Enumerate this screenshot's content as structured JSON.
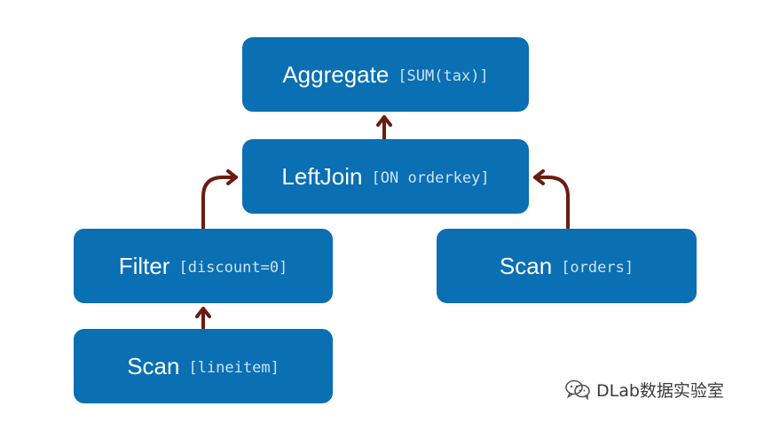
{
  "nodes": {
    "aggregate": {
      "label": "Aggregate",
      "arg": "[SUM(tax)]"
    },
    "leftjoin": {
      "label": "LeftJoin",
      "arg": "[ON orderkey]"
    },
    "filter": {
      "label": "Filter",
      "arg": "[discount=0]"
    },
    "scan_orders": {
      "label": "Scan",
      "arg": "[orders]"
    },
    "scan_lineitem": {
      "label": "Scan",
      "arg": "[lineitem]"
    }
  },
  "edges": [
    {
      "from": "scan_lineitem",
      "to": "filter"
    },
    {
      "from": "filter",
      "to": "leftjoin"
    },
    {
      "from": "scan_orders",
      "to": "leftjoin"
    },
    {
      "from": "leftjoin",
      "to": "aggregate"
    }
  ],
  "watermark": {
    "text": "DLab数据实验室",
    "icon": "wechat-icon"
  },
  "colors": {
    "node_fill": "#0a6fb3",
    "node_text": "#ffffff",
    "arrow": "#6b1c10"
  }
}
